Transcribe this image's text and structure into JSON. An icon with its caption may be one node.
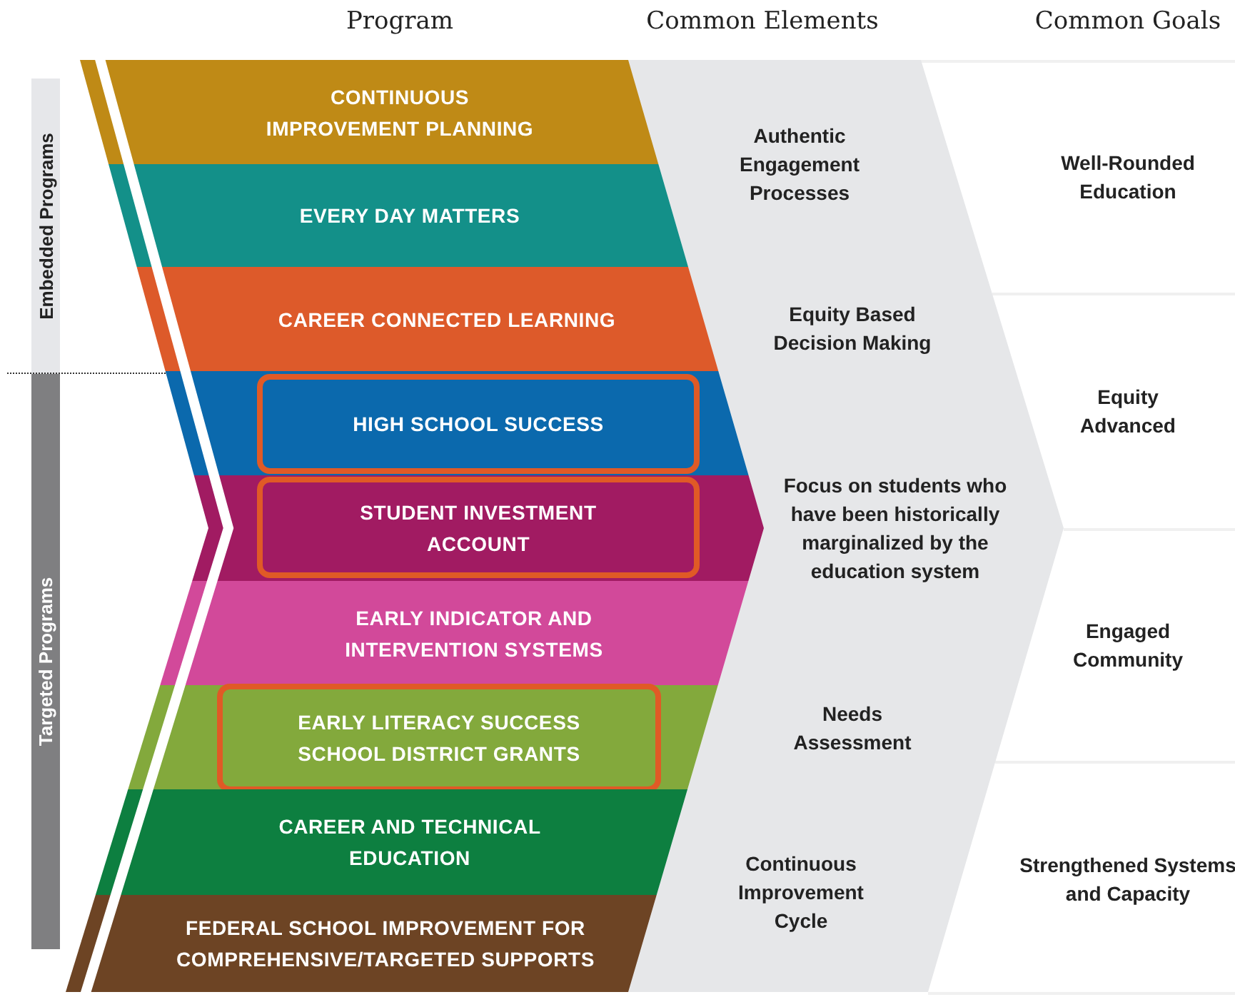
{
  "diagram": {
    "nodes": [
      {
        "text": [
          "Embedded Programs"
        ]
      },
      {
        "text": [
          "Targeted Programs"
        ]
      },
      {
        "text": [
          "CONTINUOUS IMPROVEMENT PLANNING"
        ]
      },
      {
        "text": [
          "EVERY DAY MATTERS"
        ]
      },
      {
        "text": [
          "CAREER CONNECTED LEARNING"
        ]
      },
      {
        "text": [],
        "shape": "bar"
      },
      {
        "text": [
          "HIGH SCHOOL SUCCESS"
        ],
        "in": 5
      },
      {
        "text": [],
        "shape": "bar"
      },
      {
        "text": [
          "STUDENT INVESTMENT ACCOUNT"
        ],
        "in": 7
      },
      {
        "text": [
          "EARLY INDICATOR AND INTERVENTION SYSTEMS"
        ]
      },
      {
        "text": [],
        "shape": "bar"
      },
      {
        "text": [
          "EARLY LITERACY SUCCESS SCHOOL DISTRICT GRANTS"
        ],
        "in": 10
      },
      {
        "text": [
          "CAREER AND TECHNICAL EDUCATION"
        ]
      },
      {
        "text": [
          "FEDERAL SCHOOL IMPROVEMENT FOR COMPREHENSIVE/TARGETED SUPPORTS"
        ]
      },
      {
        "text": [
          "Authentic Engagement Processes",
          "Equity Based Decision Making",
          "Focus on students who have been historically marginalized by the education system",
          "Needs Assessment",
          "Continuous Improvement Cycle"
        ]
      }
    ],
    "edges": [],
    "labels": [
      "Program",
      "Common Elements",
      "Common Goals",
      "Well-Rounded Education",
      "Equity Advanced",
      "Engaged Community",
      "Strengthened Systems and Capacity"
    ]
  }
}
